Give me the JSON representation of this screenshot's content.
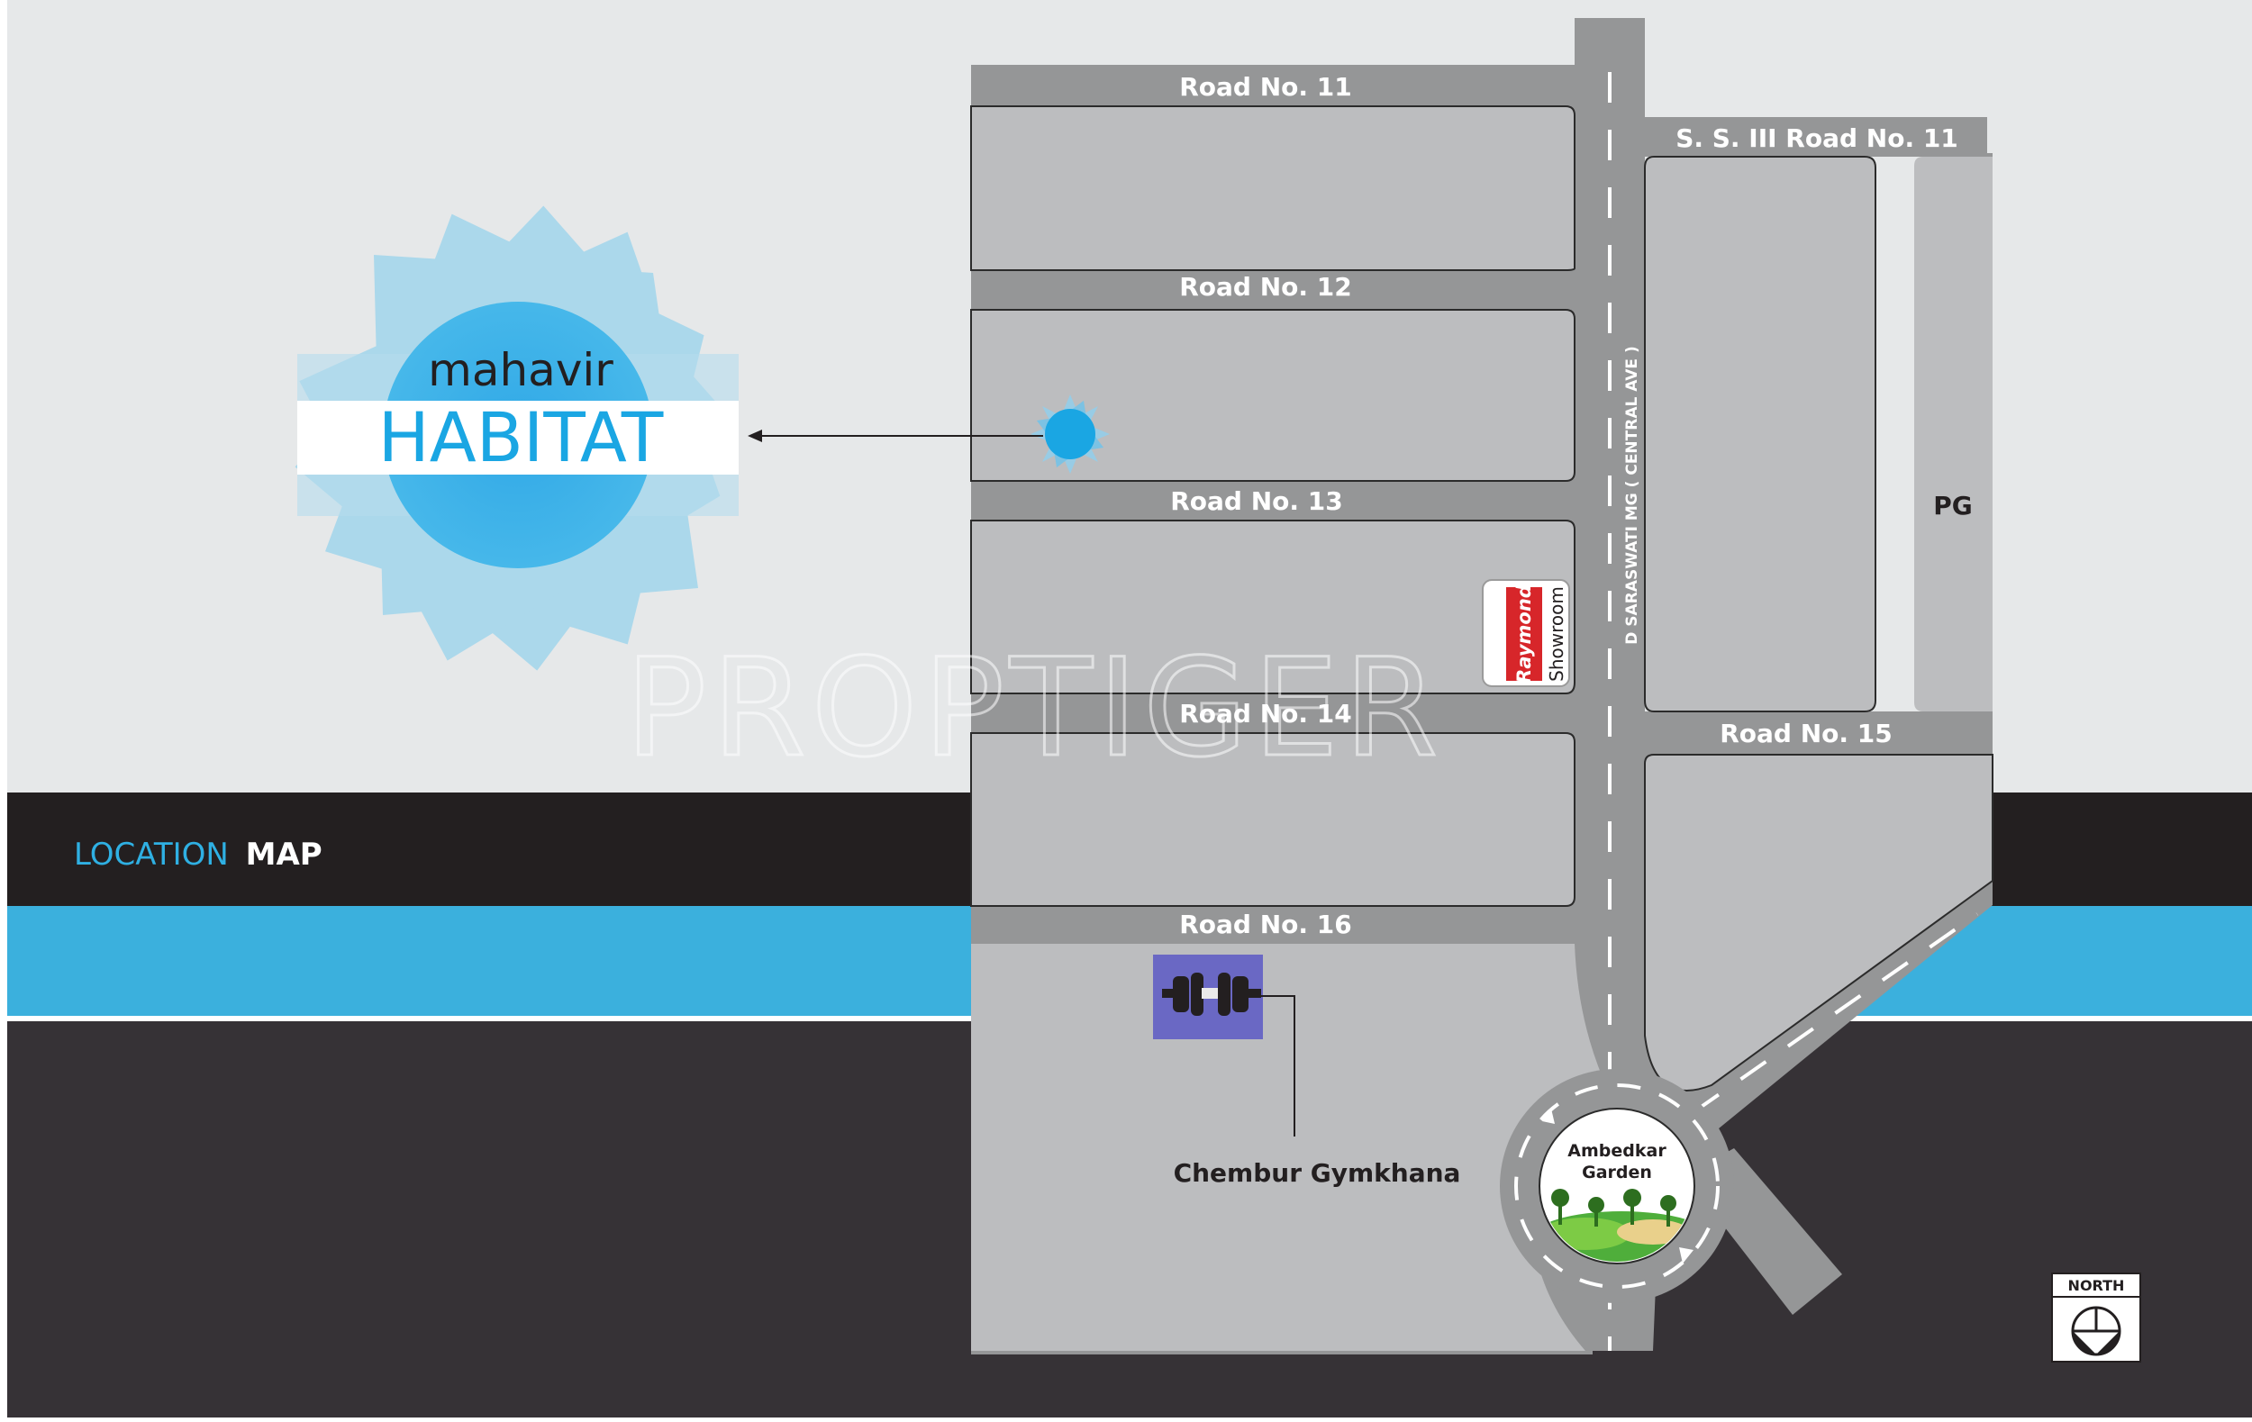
{
  "logo": {
    "line1": "mahavir",
    "line2": "HABITAT"
  },
  "banner": {
    "word1": "LOCATION",
    "word2": "MAP"
  },
  "watermark": "PROPTIGER",
  "roads": {
    "road11": "Road No. 11",
    "road12": "Road No. 12",
    "road13": "Road No. 13",
    "road14": "Road No. 14",
    "road15": "Road No. 15",
    "road16": "Road No. 16",
    "ss3": "S. S. III Road No. 11",
    "main": "D  SARASWATI  MG  ( CENTRAL AVE )"
  },
  "landmarks": {
    "pg": "PG",
    "raymond_brand": "Raymond",
    "raymond_label": "Showroom",
    "gymkhana": "Chembur Gymkhana",
    "garden_line1": "Ambedkar",
    "garden_line2": "Garden"
  },
  "compass": {
    "label": "NORTH"
  },
  "colors": {
    "sky": "#e6e8e9",
    "banner_black": "#231f20",
    "stripe_blue": "#3bb0dd",
    "ground_dark": "#363236",
    "block": "#bcbdbf",
    "road": "#959697",
    "accent_blue": "#1aa6e3"
  }
}
